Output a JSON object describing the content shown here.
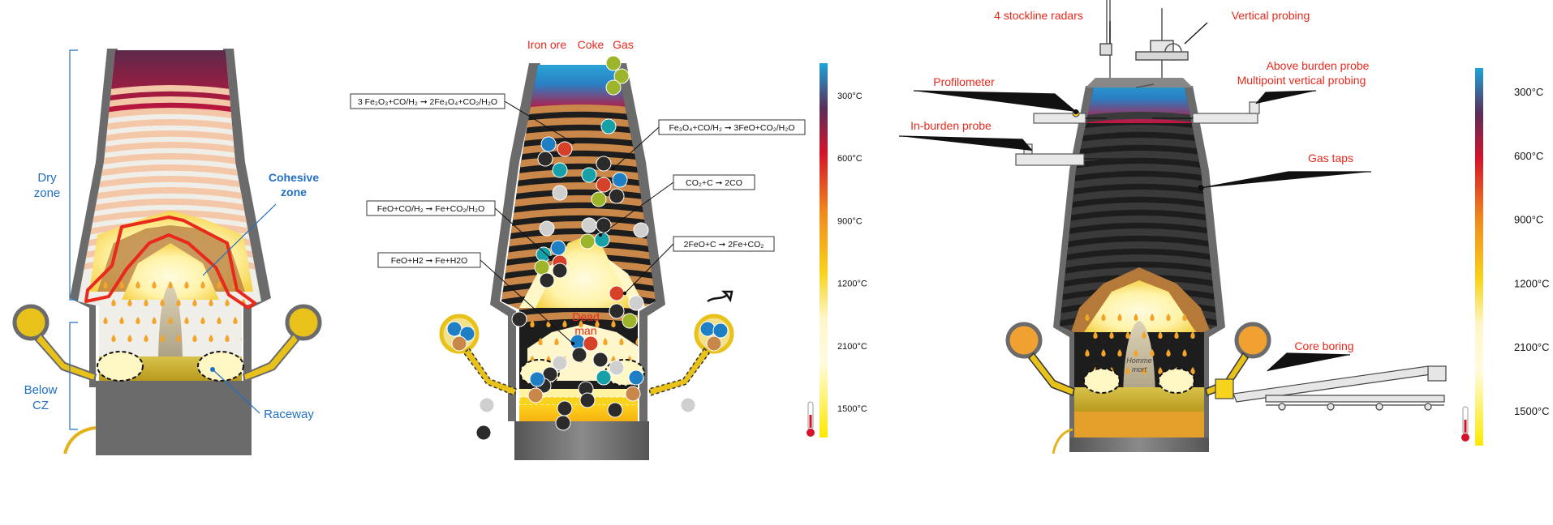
{
  "panel1": {
    "dry_zone": [
      "Dry",
      "zone"
    ],
    "cohesive_zone": [
      "Cohesive",
      "zone"
    ],
    "below_cz": [
      "Below",
      "CZ"
    ],
    "raceway": "Raceway"
  },
  "panel2": {
    "iron_ore": "Iron ore",
    "coke": "Coke",
    "gas": "Gas",
    "dead_man": [
      "Dead",
      "man"
    ],
    "equations": [
      "3 Fe₂O₃+CO/H₂ ➞ 2Fe₃O₄+CO₂/H₂O",
      "Fe₃O₄+CO/H₂ ➞ 3FeO+CO₂/H₂O",
      "CO₂+C ➞ 2CO",
      "FeO+CO/H₂ ➞ Fe+CO₂/H₂O",
      "2FeO+C ➞ 2Fe+CO₂",
      "FeO+H2 ➞ Fe+H2O"
    ],
    "temps": [
      "300°C",
      "600°C",
      "900°C",
      "1200°C",
      "2100°C",
      "1500°C"
    ]
  },
  "panel3": {
    "labels": {
      "stockline": "4 stockline radars",
      "vertical": "Vertical probing",
      "profilometer": "Profilometer",
      "above_burden": "Above burden probe",
      "multipoint": "Multipoint vertical probing",
      "in_burden": "In-burden probe",
      "gas_taps": "Gas taps",
      "core_boring": "Core boring"
    },
    "homme_mort": [
      "Homme",
      "mort"
    ],
    "temps": [
      "300°C",
      "600°C",
      "900°C",
      "1200°C",
      "2100°C",
      "1500°C"
    ]
  },
  "colors": {
    "annotation_blue": "#1f6fc4",
    "annotation_red": "#e8291c",
    "wall_gray": "#6b6b6b",
    "coke_black": "#2b2b2b",
    "ore_orange": "#c9884a"
  },
  "icons": [
    "thermometer-icon",
    "tuyere-icon",
    "gas-arrow-icon"
  ]
}
